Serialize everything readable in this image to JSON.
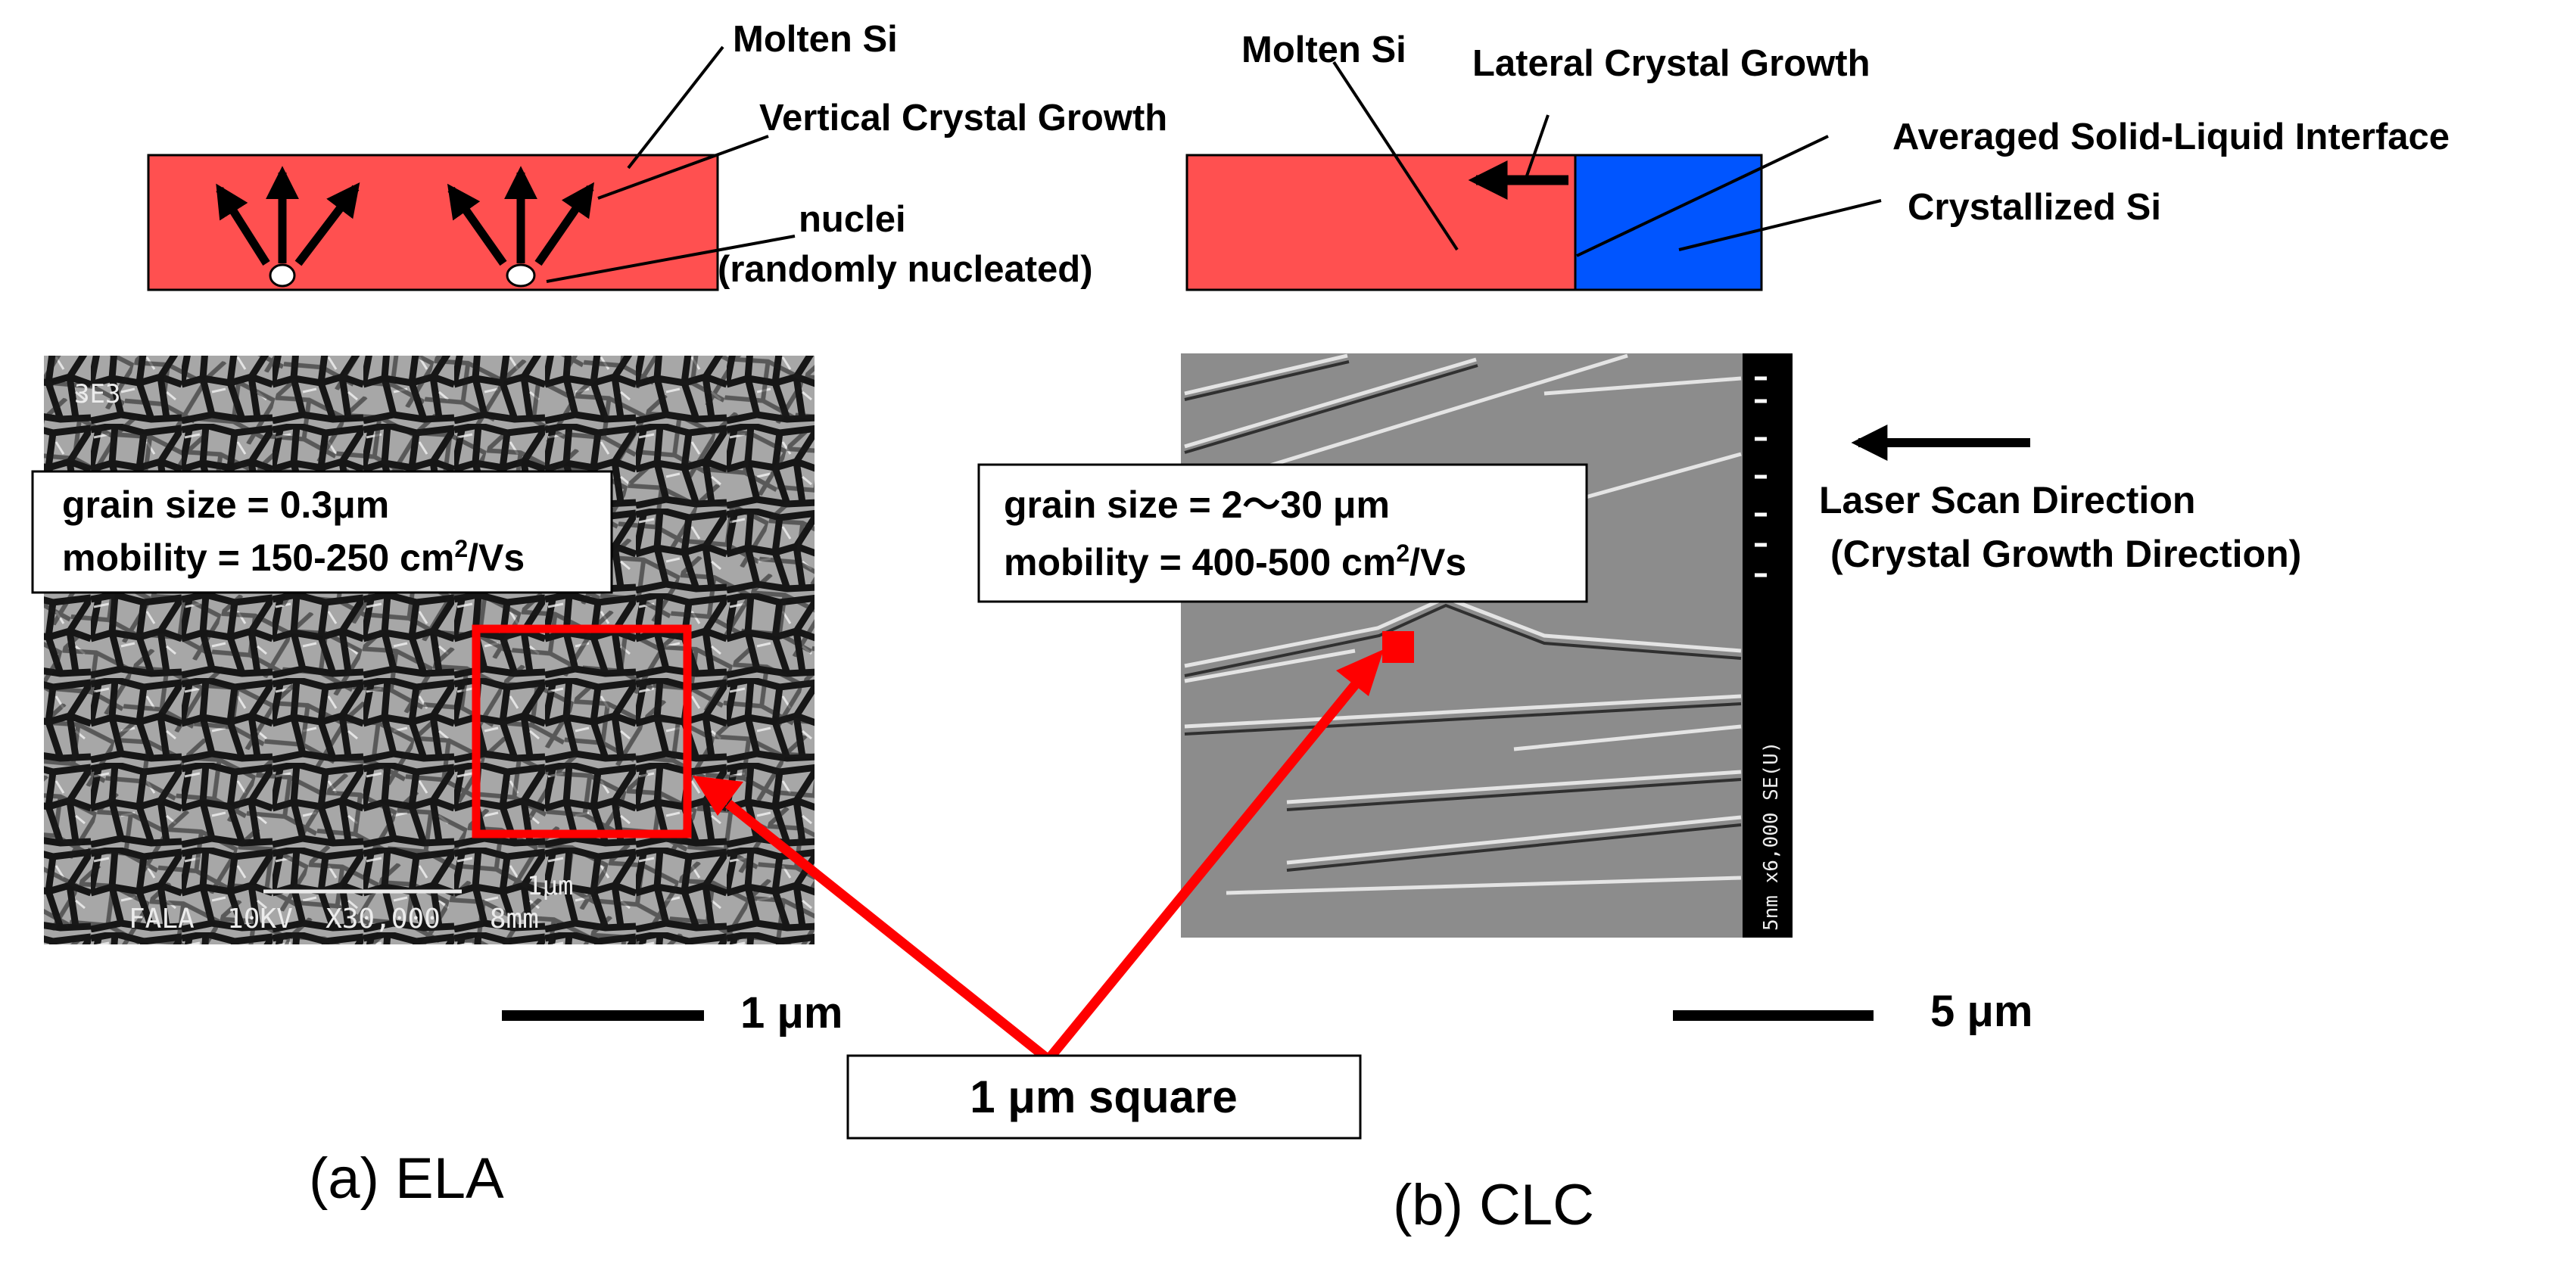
{
  "colors": {
    "molten": "#ff5050",
    "crystallized": "#0055ff",
    "highlight": "#ff0000",
    "ink": "#000000"
  },
  "ela_schematic": {
    "molten_label": "Molten Si",
    "vertical_label": "Vertical Crystal Growth",
    "nuclei_label": "nuclei",
    "nuclei_sub": "(randomly nucleated)"
  },
  "clc_schematic": {
    "molten_label": "Molten Si",
    "lateral_label": "Lateral Crystal Growth",
    "interface_label": "Averaged Solid-Liquid Interface",
    "crystallized_label": "Crystallized Si"
  },
  "ela_image": {
    "micrograph_label": "3E3",
    "footer_text": "FALA  10KV  X30,000   8mm",
    "bar_text": "1μm",
    "grain_size": "grain size = 0.3μm",
    "mobility_prefix": "mobility = 150-250 cm",
    "mobility_sup": "2",
    "mobility_suffix": "/Vs",
    "scale_label": "1 μm",
    "caption": "(a) ELA"
  },
  "clc_image": {
    "vertical_strip_text": "5nm x6,000 SE(U)",
    "grain_size": "grain size = 2〜30 μm",
    "mobility_prefix": "mobility = 400-500 cm",
    "mobility_sup": "2",
    "mobility_suffix": "/Vs",
    "scale_label": "5 μm",
    "caption": "(b) CLC"
  },
  "scan_direction": {
    "label": "Laser Scan Direction",
    "sub": "(Crystal Growth Direction)"
  },
  "square_box": {
    "label": "1 μm square"
  }
}
